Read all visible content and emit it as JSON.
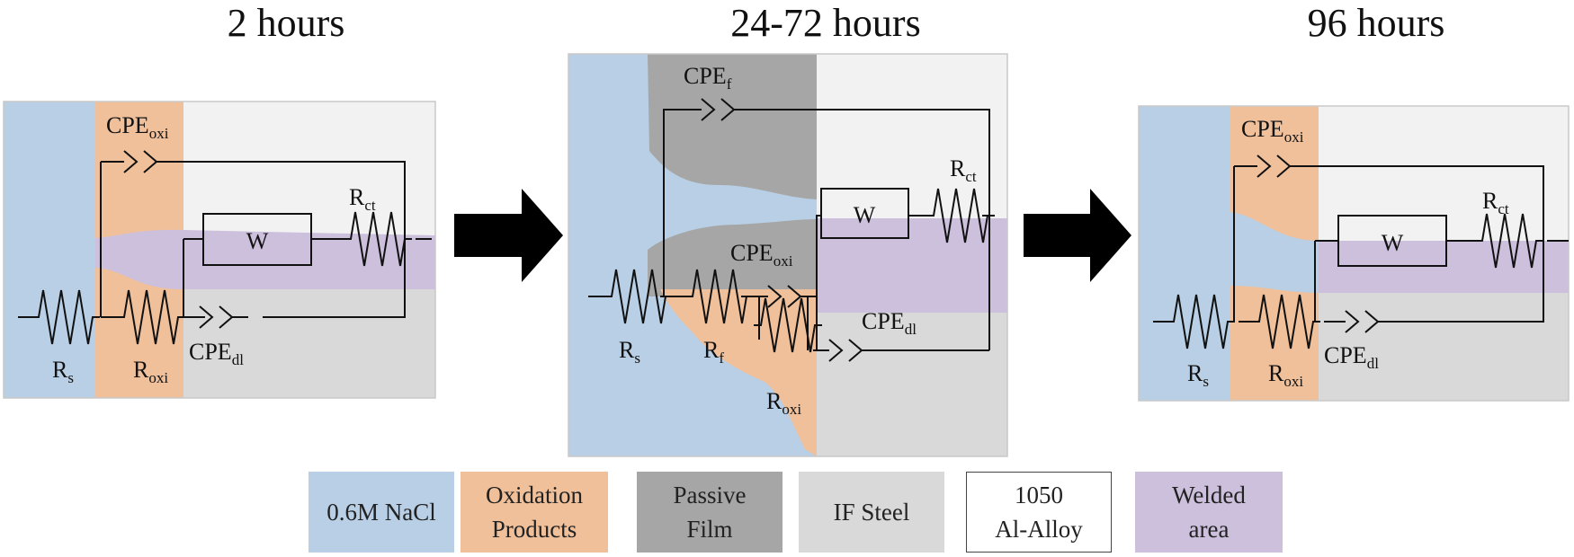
{
  "titles": [
    "2 hours",
    "24-72 hours",
    "96 hours"
  ],
  "colors": {
    "nacl": "#b8cfe5",
    "oxidation": "#f0c09b",
    "passive": "#a6a6a6",
    "steel_dark": "#d9d9d9",
    "steel_light": "#f2f2f2",
    "welded": "#ccc0dc",
    "wire": "#111111",
    "arrow": "#000000"
  },
  "labels": {
    "R": "R",
    "CPE": "CPE",
    "W": "W",
    "sub_s": "s",
    "sub_oxi": "oxi",
    "sub_dl": "dl",
    "sub_ct": "ct",
    "sub_f": "f"
  },
  "legend": [
    {
      "line1": "0.6M NaCl",
      "line2": "",
      "color": "#b8cfe5"
    },
    {
      "line1": "Oxidation",
      "line2": "Products",
      "color": "#f0c09b"
    },
    {
      "line1": "Passive",
      "line2": "Film",
      "color": "#a6a6a6"
    },
    {
      "line1": "IF Steel",
      "line2": "",
      "color": "#d9d9d9"
    },
    {
      "line1": "1050",
      "line2": "Al-Alloy",
      "color": "#ffffff"
    },
    {
      "line1": "Welded",
      "line2": "area",
      "color": "#ccc0dc"
    }
  ]
}
